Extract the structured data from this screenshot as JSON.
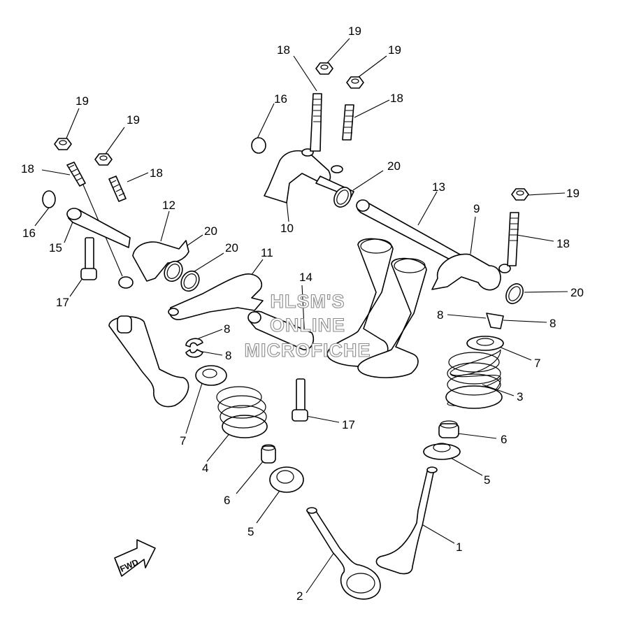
{
  "callouts": [
    {
      "id": "c1",
      "text": "1"
    },
    {
      "id": "c2",
      "text": "2"
    },
    {
      "id": "c3",
      "text": "3"
    },
    {
      "id": "c4",
      "text": "4"
    },
    {
      "id": "c5a",
      "text": "5"
    },
    {
      "id": "c5b",
      "text": "5"
    },
    {
      "id": "c6a",
      "text": "6"
    },
    {
      "id": "c6b",
      "text": "6"
    },
    {
      "id": "c7a",
      "text": "7"
    },
    {
      "id": "c7b",
      "text": "7"
    },
    {
      "id": "c8a",
      "text": "8"
    },
    {
      "id": "c8b",
      "text": "8"
    },
    {
      "id": "c8c",
      "text": "8"
    },
    {
      "id": "c8d",
      "text": "8"
    },
    {
      "id": "c9",
      "text": "9"
    },
    {
      "id": "c10",
      "text": "10"
    },
    {
      "id": "c11",
      "text": "11"
    },
    {
      "id": "c12",
      "text": "12"
    },
    {
      "id": "c13",
      "text": "13"
    },
    {
      "id": "c14",
      "text": "14"
    },
    {
      "id": "c15",
      "text": "15"
    },
    {
      "id": "c16a",
      "text": "16"
    },
    {
      "id": "c16b",
      "text": "16"
    },
    {
      "id": "c17a",
      "text": "17"
    },
    {
      "id": "c17b",
      "text": "17"
    },
    {
      "id": "c18a",
      "text": "18"
    },
    {
      "id": "c18b",
      "text": "18"
    },
    {
      "id": "c18c",
      "text": "18"
    },
    {
      "id": "c18d",
      "text": "18"
    },
    {
      "id": "c18e",
      "text": "18"
    },
    {
      "id": "c19a",
      "text": "19"
    },
    {
      "id": "c19b",
      "text": "19"
    },
    {
      "id": "c19c",
      "text": "19"
    },
    {
      "id": "c19d",
      "text": "19"
    },
    {
      "id": "c19e",
      "text": "19"
    },
    {
      "id": "c20a",
      "text": "20"
    },
    {
      "id": "c20b",
      "text": "20"
    },
    {
      "id": "c20c",
      "text": "20"
    },
    {
      "id": "c20d",
      "text": "20"
    }
  ],
  "fwd_label": "FWD",
  "watermark": [
    "HLSM'S",
    "ONLINE",
    "MICROFICHE"
  ]
}
